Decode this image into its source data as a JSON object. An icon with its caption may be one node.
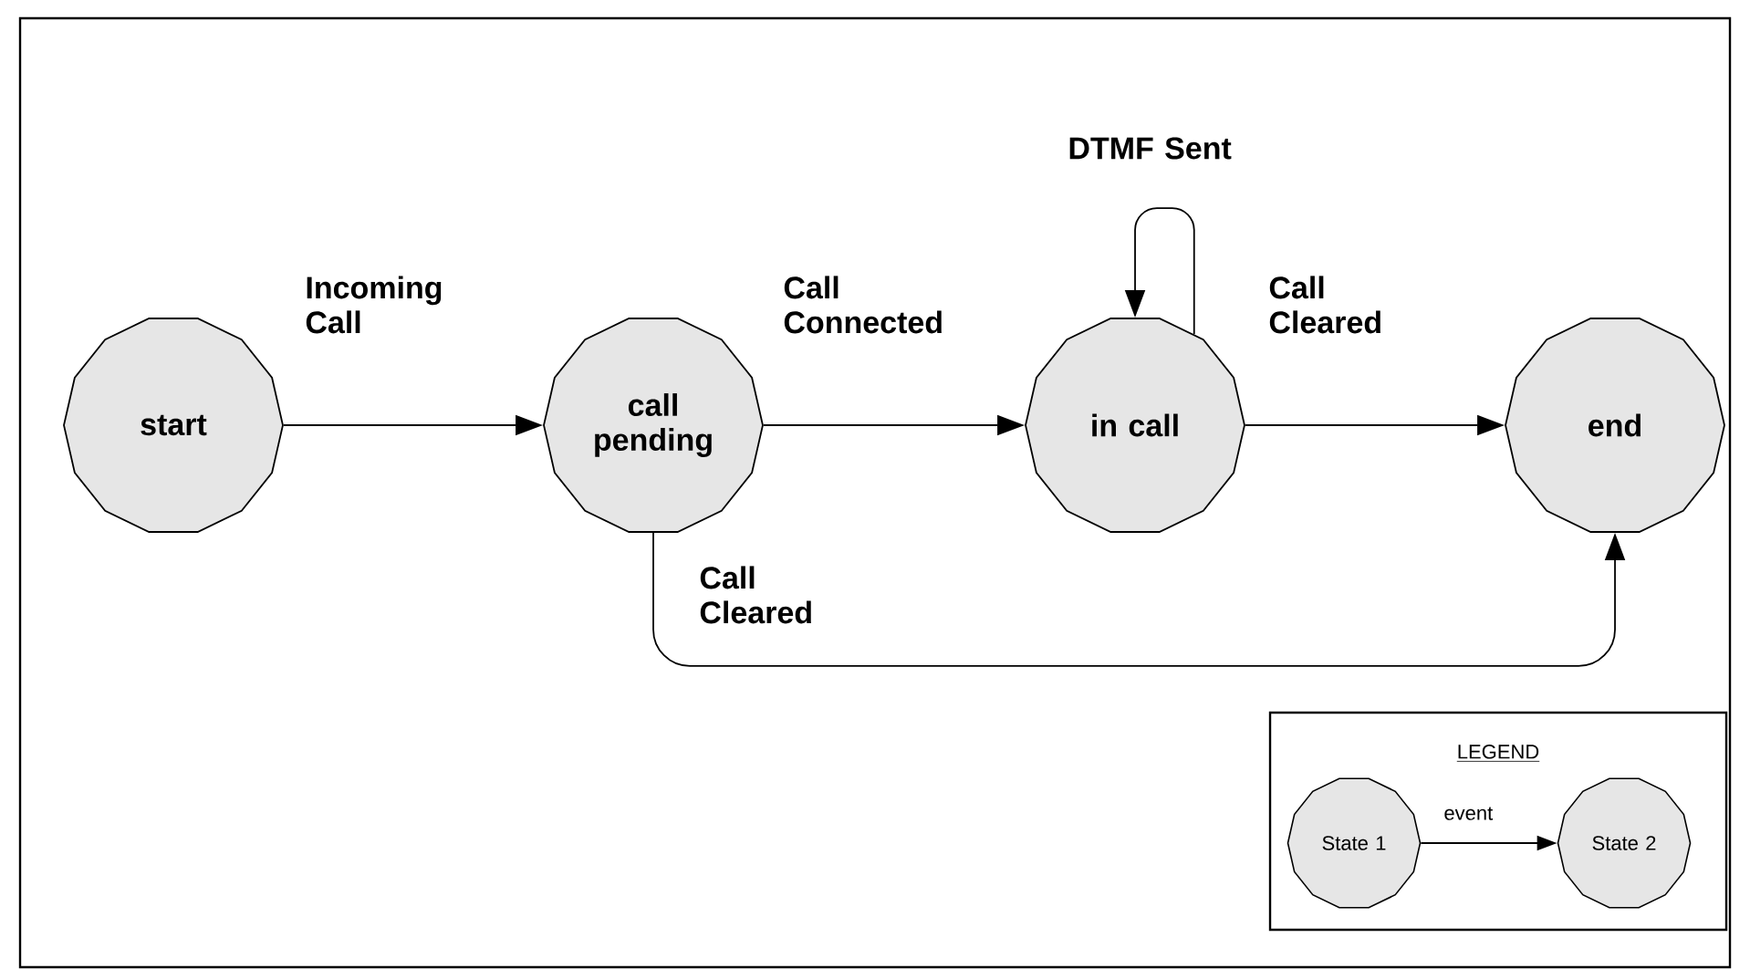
{
  "diagram": {
    "nodes": [
      {
        "text": [
          "start"
        ]
      },
      {
        "text": [
          "call pending"
        ]
      },
      {
        "text": [
          "in call"
        ]
      },
      {
        "text": [
          "end"
        ]
      },
      {
        "text": [
          "LEGEND"
        ]
      },
      {
        "text": [
          "State 1"
        ],
        "in": 4
      },
      {
        "text": [
          "State 2"
        ],
        "in": 4
      }
    ],
    "edges": [
      {
        "from": 0,
        "to": 1,
        "arrow": "to",
        "label": "Incoming Call"
      },
      {
        "from": 1,
        "to": 2,
        "arrow": "to",
        "label": "Call Connected"
      },
      {
        "from": 2,
        "to": 2,
        "arrow": "to",
        "label": "DTMF Sent"
      },
      {
        "from": 2,
        "to": 3,
        "arrow": "to",
        "label": "Call Cleared"
      },
      {
        "from": 1,
        "to": 3,
        "arrow": "to",
        "label": "Call Cleared"
      },
      {
        "from": 5,
        "to": 6,
        "arrow": "to",
        "label": "event"
      }
    ]
  }
}
